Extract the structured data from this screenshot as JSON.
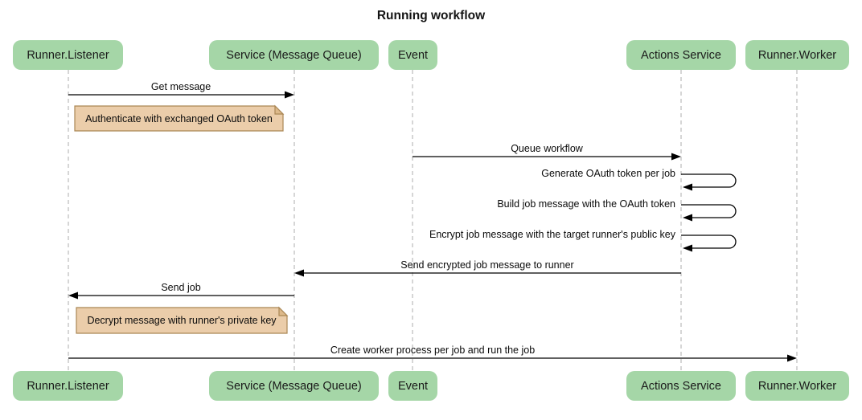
{
  "title": "Running workflow",
  "participants": [
    {
      "label": "Runner.Listener"
    },
    {
      "label": "Service (Message Queue)"
    },
    {
      "label": "Event"
    },
    {
      "label": "Actions Service"
    },
    {
      "label": "Runner.Worker"
    }
  ],
  "messages": [
    {
      "label": "Get message"
    },
    {
      "label": "Queue workflow"
    },
    {
      "label": "Generate OAuth token per job"
    },
    {
      "label": "Build job message with the OAuth token"
    },
    {
      "label": "Encrypt job message with the target runner's public key"
    },
    {
      "label": "Send encrypted job message to runner"
    },
    {
      "label": "Send job"
    },
    {
      "label": "Create worker process per job and run the job"
    }
  ],
  "notes": [
    {
      "label": "Authenticate with exchanged OAuth token"
    },
    {
      "label": "Decrypt message with runner's private key"
    }
  ],
  "colors": {
    "participant_fill": "#a5d6a7",
    "note_fill": "#ebcdaa",
    "note_fold": "#ddb98a",
    "note_border": "#aa8755",
    "lifeline": "#adadad",
    "arrow": "#000000",
    "background": "#ffffff"
  }
}
